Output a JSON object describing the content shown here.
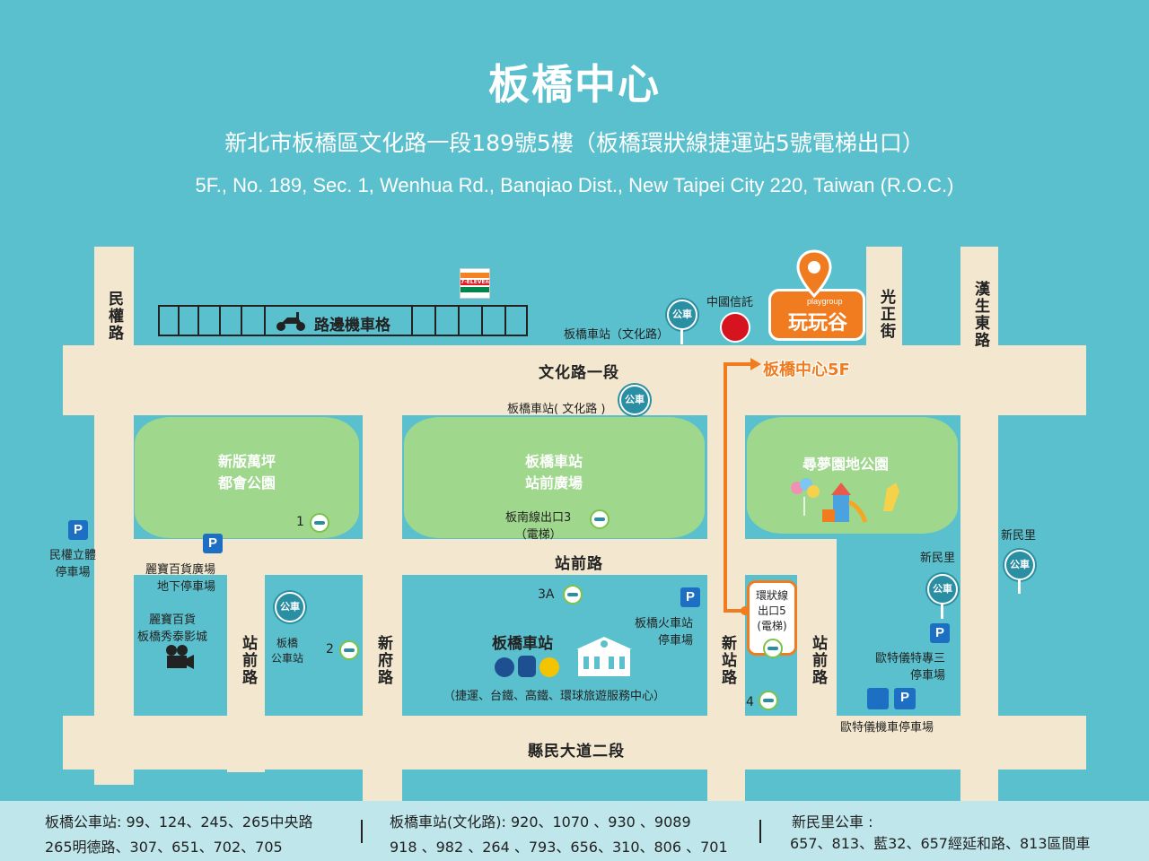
{
  "header": {
    "title": "板橋中心",
    "address_zh": "新北市板橋區文化路一段189號5樓（板橋環狀線捷運站5號電梯出口）",
    "address_en": "5F., No. 189, Sec. 1, Wenhua Rd., Banqiao Dist., New Taipei City 220, Taiwan (R.O.C.)"
  },
  "roads": {
    "wenhua": "文化路一段",
    "zhanqian": "站前路",
    "xianmin": "縣民大道二段",
    "minquan": "民權路",
    "guangzheng": "光正街",
    "hansheng": "漢生東路",
    "zhanqian_v_left": "站前路",
    "xinfu": "新府路",
    "xinzhan": "新站路",
    "zhanqian_v_right": "站前路"
  },
  "parks": {
    "wanping": "新版萬坪\n都會公園",
    "station_square": "板橋車站\n站前廣場",
    "dream_park": "尋夢園地公園"
  },
  "places": {
    "scooter_parking": "路邊機車格",
    "seven_eleven": "7-ELEVEn",
    "ctbc": "中國信託",
    "brand": "玩玩谷",
    "brand_small": "playgroup",
    "target": "板橋中心5F",
    "bus_wenhua_top": "板橋車站（文化路）",
    "bus_wenhua_mid": "板橋車站( 文化路 )",
    "bannan_exit": "板南線出口3\n（電梯）",
    "circular_exit": "環狀線\n出口5\n(電梯)",
    "station": "板橋車站",
    "station_services": "（捷運、台鐵、高鐵、環球旅遊服務中心）",
    "rail_parking": "板橋火車站\n停車場",
    "lihbao_parking": "麗寶百貨廣場\n地下停車場",
    "lihbao_cinema": "麗寶百貨\n板橋秀泰影城",
    "minquan_parking": "民權立體\n停車場",
    "banqiao_bus": "板橋\n公車站",
    "xinmin_li_1": "新民里",
    "xinmin_li_2": "新民里",
    "outi_parking": "歐特儀特專三\n停車場",
    "outi_moto": "歐特儀機車停車場"
  },
  "icons": {
    "bus_label": "公車",
    "parking_label": "P",
    "mrt_numbers": [
      "1",
      "2",
      "3A",
      "4"
    ]
  },
  "footer": {
    "col1_line1": "板橋公車站:  99、124、245、265中央路",
    "col1_line2": "265明德路、307、651、702、705",
    "col2_line1": "板橋車站(文化路): 920、1070 、930 、9089",
    "col2_line2": "918 、982 、264 、793、656、310、806 、701",
    "col3_line1": "新民里公車 :",
    "col3_line2": "657、813、藍32、657經延和路、813區間車"
  },
  "colors": {
    "background": "#5bc0cd",
    "road": "#f3e7cf",
    "park": "#9fd88d",
    "accent": "#f07c1f",
    "footer": "#bfe6eb"
  }
}
